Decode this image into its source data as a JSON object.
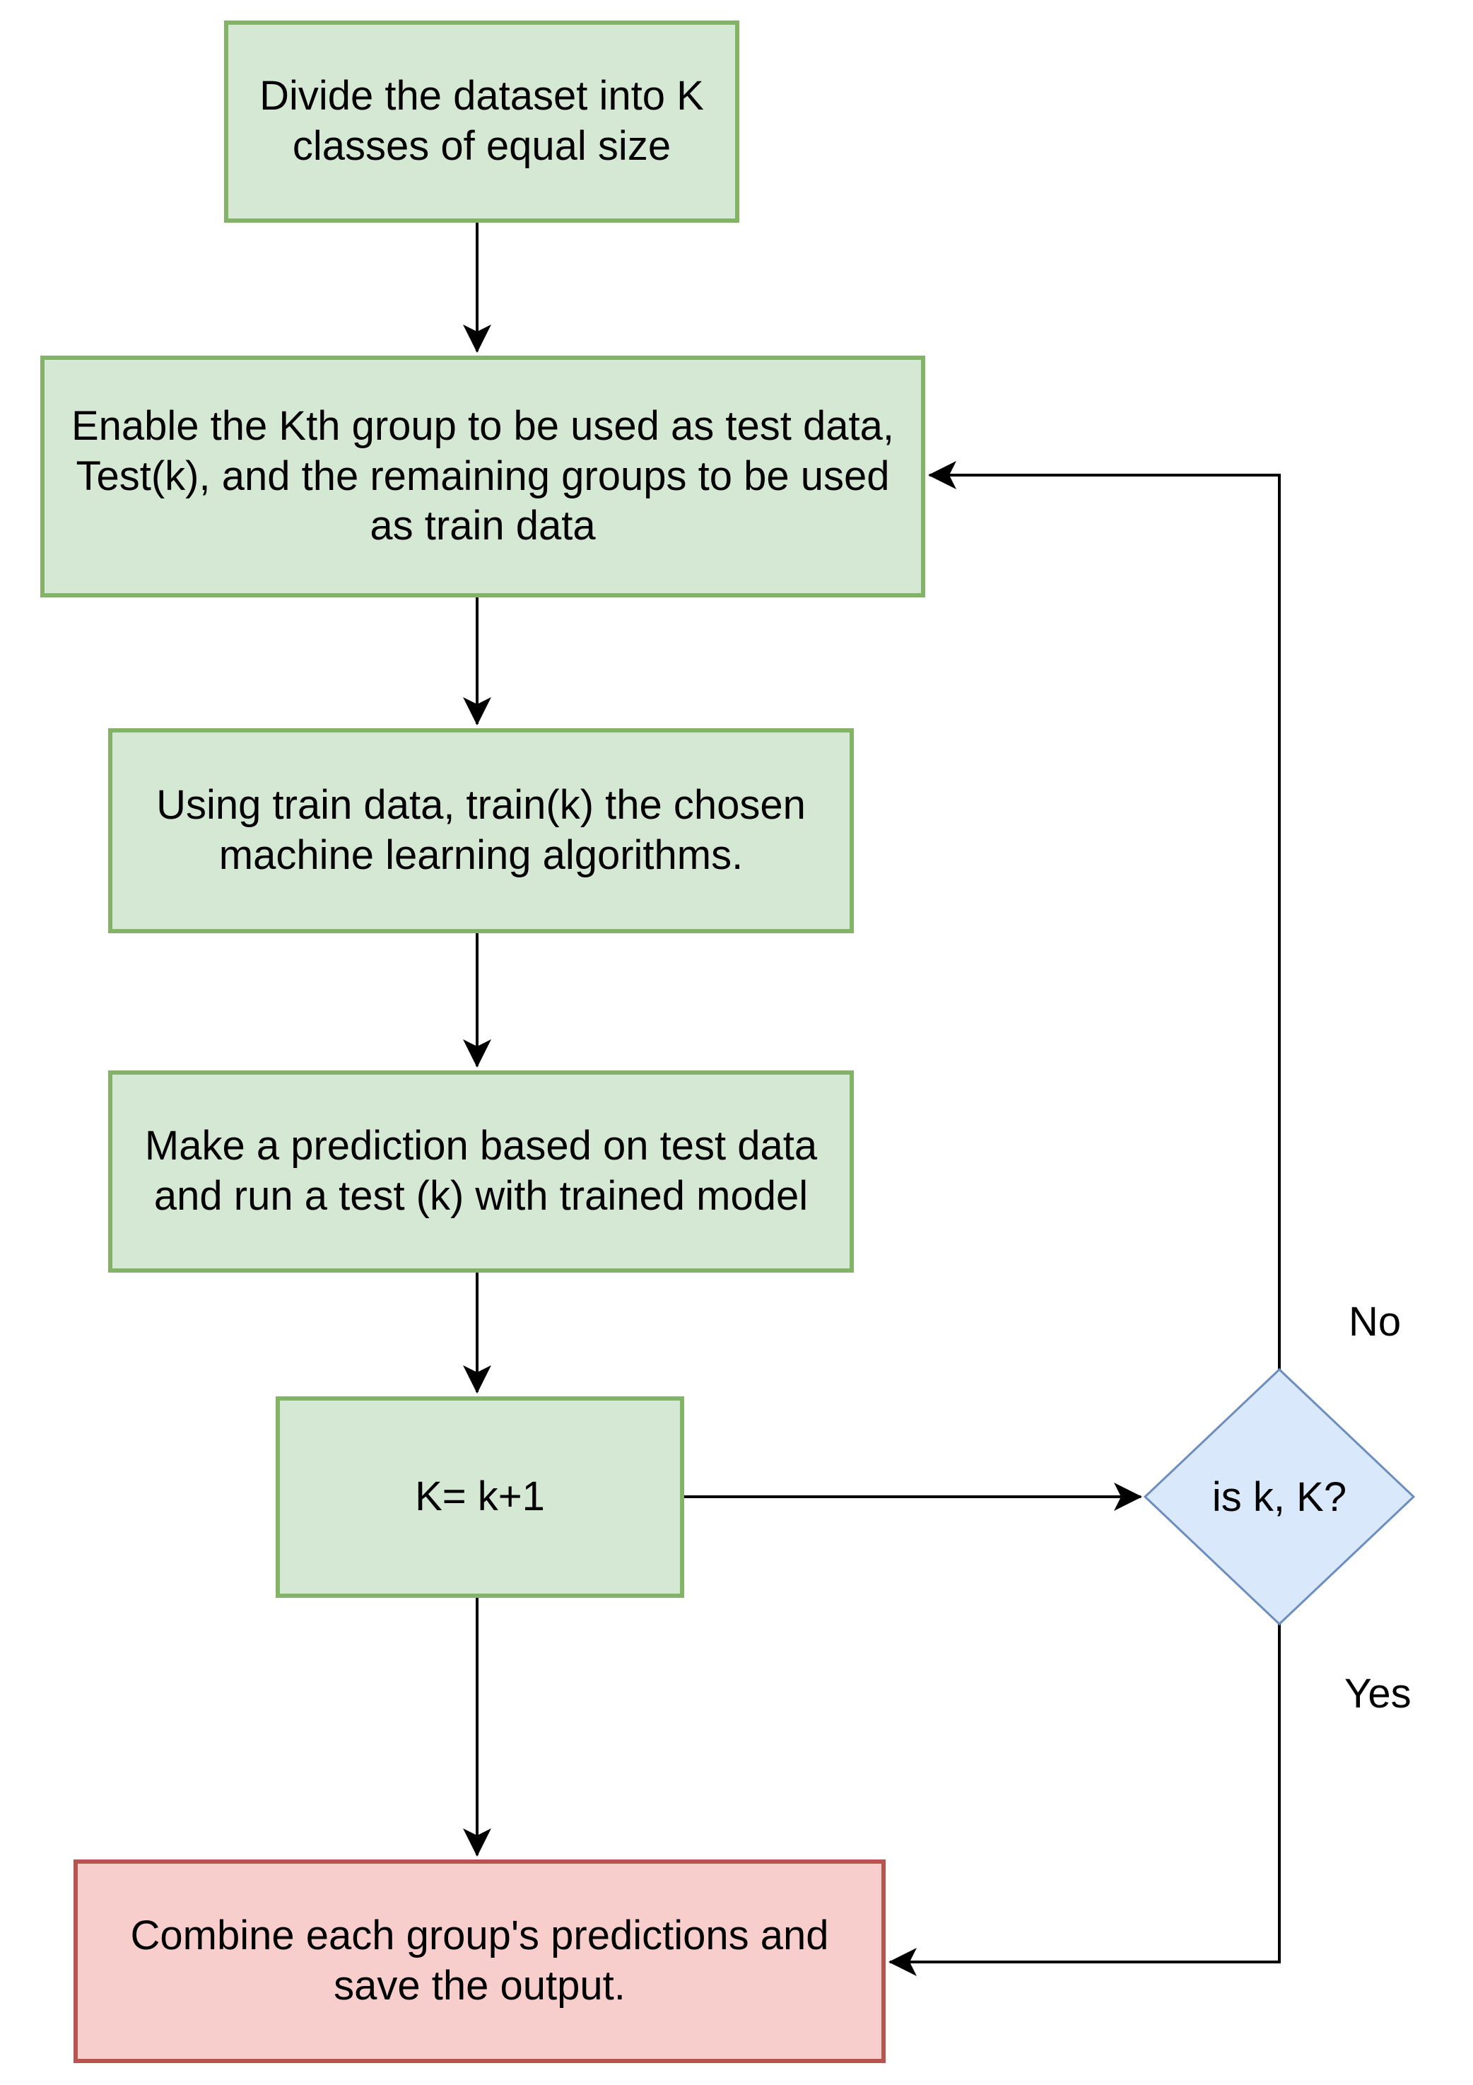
{
  "nodes": [
    {
      "name": "divide-dataset",
      "type": "process",
      "label": "Divide the dataset into K classes of equal size"
    },
    {
      "name": "enable-kth-group",
      "type": "process",
      "label": "Enable the Kth group to be used as test data, Test(k), and the remaining groups to be used as train data"
    },
    {
      "name": "train-algorithms",
      "type": "process",
      "label": "Using train data, train(k) the chosen machine learning algorithms."
    },
    {
      "name": "make-prediction",
      "type": "process",
      "label": "Make a prediction based on test data and run a test (k) with trained model"
    },
    {
      "name": "increment-k",
      "type": "process",
      "label": "K= k+1"
    },
    {
      "name": "decision-is-k-k",
      "type": "decision",
      "label": "is k, K?"
    },
    {
      "name": "combine-predictions",
      "type": "terminal",
      "label": "Combine each group's predictions and save the output."
    }
  ],
  "edge_labels": {
    "no": "No",
    "yes": "Yes"
  },
  "colors": {
    "process_fill": "#d5e8d4",
    "process_border": "#82b366",
    "decision_fill": "#dae8fc",
    "decision_border": "#6c8ebf",
    "terminal_fill": "#f8cecc",
    "terminal_border": "#b85450",
    "connector": "#000000"
  }
}
